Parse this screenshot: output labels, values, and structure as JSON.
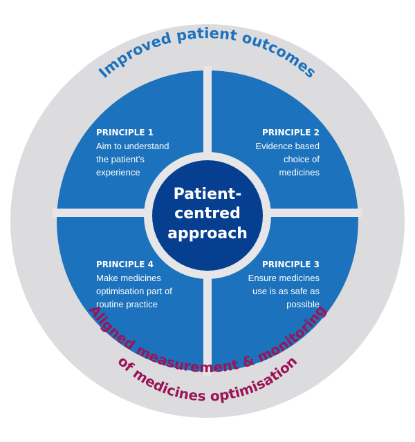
{
  "colors": {
    "outer_ring": "#dcdcde",
    "quadrant": "#1c72bc",
    "divider": "#e6e6e8",
    "center": "#073f90",
    "top_text": "#1c72bc",
    "bottom_text": "#9b1457",
    "text_light": "#ffffff"
  },
  "outer_ring": {
    "top_label": "Improved patient outcomes",
    "bottom_line1": "Aligned measurement & monitoring",
    "bottom_line2": "of medicines optimisation"
  },
  "center": {
    "lines": [
      "Patient-",
      "centred",
      "approach"
    ]
  },
  "principles": [
    {
      "position": "top-left",
      "title": "PRINCIPLE 1",
      "lines": [
        "Aim to understand",
        "the patient’s",
        "experience"
      ]
    },
    {
      "position": "top-right",
      "title": "PRINCIPLE 2",
      "lines": [
        "Evidence based",
        "choice of",
        "medicines"
      ]
    },
    {
      "position": "bottom-right",
      "title": "PRINCIPLE 3",
      "lines": [
        "Ensure medicines",
        "use is as safe as",
        "possible"
      ]
    },
    {
      "position": "bottom-left",
      "title": "PRINCIPLE 4",
      "lines": [
        "Make medicines",
        "optimisation part of",
        "routine practice"
      ]
    }
  ]
}
